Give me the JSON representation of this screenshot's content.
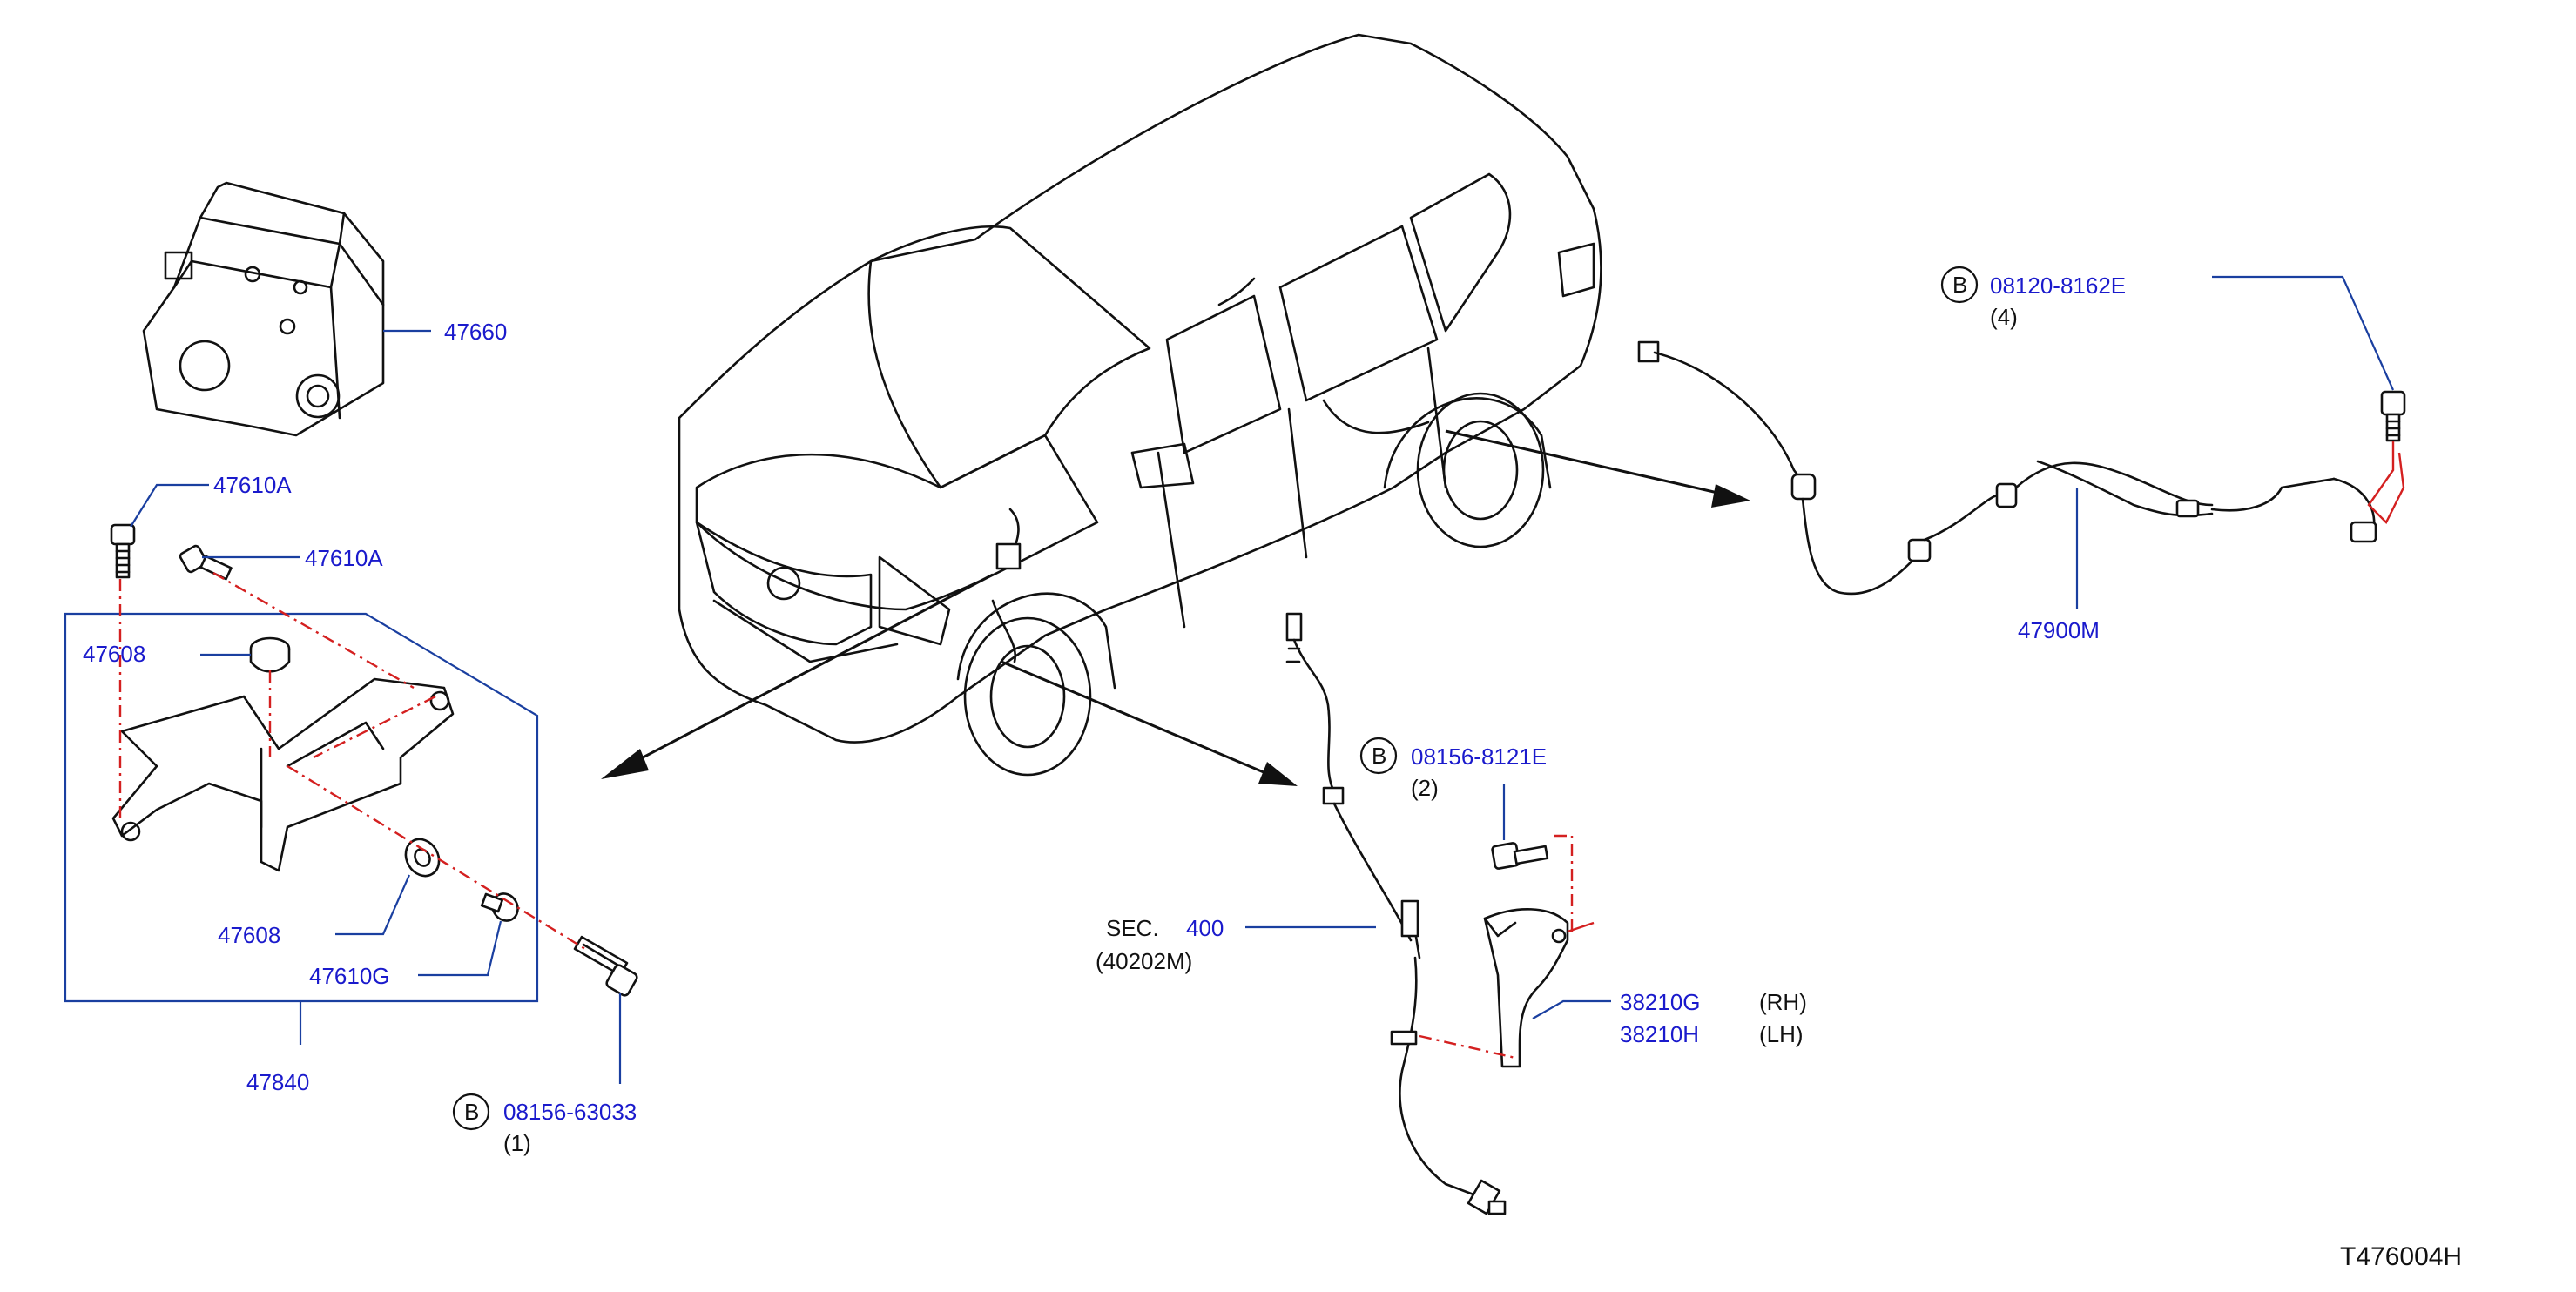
{
  "labels": {
    "abs_actuator": "47660",
    "bolt_a1": "47610A",
    "bolt_a2": "47610A",
    "grommet_upper": "47608",
    "grommet_lower": "47608",
    "collar": "47610G",
    "bracket_assy": "47840",
    "bolt_lower_b": "08156-63033",
    "bolt_lower_qty": "(1)",
    "bolt_rear_b": "08120-8162E",
    "bolt_rear_qty": "(4)",
    "rear_sensor": "47900M",
    "bolt_front_b": "08156-8121E",
    "bolt_front_qty": "(2)",
    "sec_prefix": "SEC.",
    "sec_number": "400",
    "sec_ref": "(40202M)",
    "bracket_rh": "38210G",
    "bracket_rh_side": "(RH)",
    "bracket_lh": "38210H",
    "bracket_lh_side": "(LH)",
    "b_symbol": "B",
    "diagram_id": "T476004H"
  },
  "colors": {
    "part_number": "#1a1acc",
    "leader": "#1a3fa0",
    "centerline": "#d42020",
    "ink": "#111111"
  }
}
